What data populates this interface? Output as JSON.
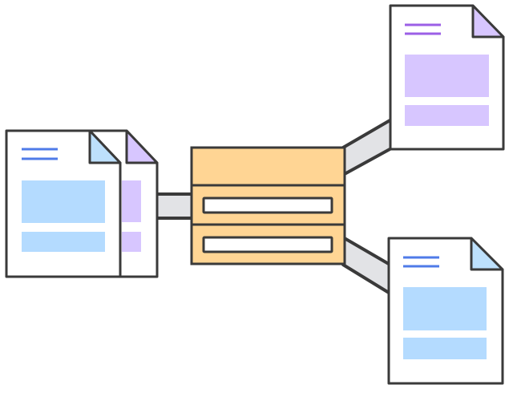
{
  "diagram": {
    "type": "document-splitter",
    "colors": {
      "outline": "#3a3a3a",
      "paper": "#ffffff",
      "connector": "#e2e3e6",
      "hub_fill": "#ffd594",
      "slot_fill": "#ffffff",
      "blue_block": "#b4dbff",
      "blue_line": "#4f7be8",
      "blue_fold": "#bde0fc",
      "purple_block": "#d7c6ff",
      "purple_line": "#9b5fe6",
      "purple_fold": "#d7c6ff"
    },
    "input_documents": [
      {
        "theme": "blue",
        "role": "front"
      },
      {
        "theme": "purple",
        "role": "back"
      }
    ],
    "hub": {
      "slots": 2
    },
    "output_documents": [
      {
        "theme": "purple",
        "target": "top"
      },
      {
        "theme": "blue",
        "target": "bottom"
      }
    ]
  }
}
